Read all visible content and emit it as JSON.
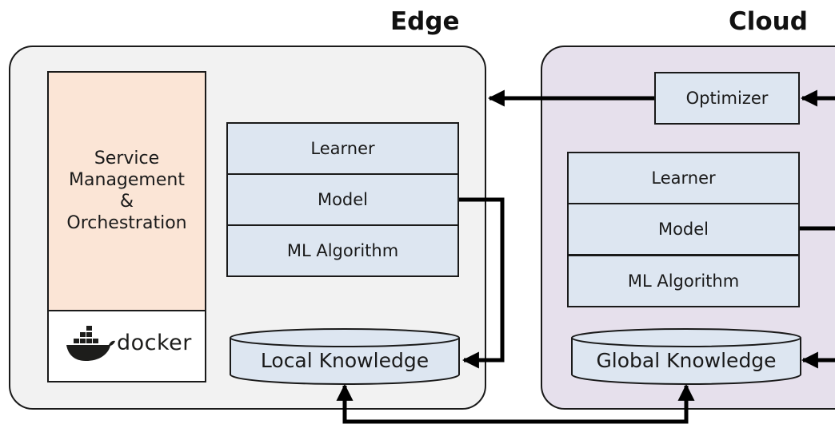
{
  "edge": {
    "title": "Edge",
    "service_box": {
      "line1": "Service",
      "line2": "Management",
      "line3": "&",
      "line4": "Orchestration"
    },
    "docker_label": "docker",
    "stack": [
      "Learner",
      "Model",
      "ML Algorithm"
    ],
    "knowledge": "Local Knowledge"
  },
  "cloud": {
    "title": "Cloud",
    "optimizer": "Optimizer",
    "stack": [
      "Learner",
      "Model",
      "ML Algorithm"
    ],
    "knowledge": "Global Knowledge"
  },
  "colors": {
    "edge_panel": "#f2f2f2",
    "cloud_panel": "#e6e0ec",
    "service_box": "#fbe5d6",
    "blue_box": "#dde6f1",
    "docker": "#1d1d1b",
    "stroke": "#1a1a1a"
  },
  "icons": [
    "docker-whale-icon"
  ]
}
